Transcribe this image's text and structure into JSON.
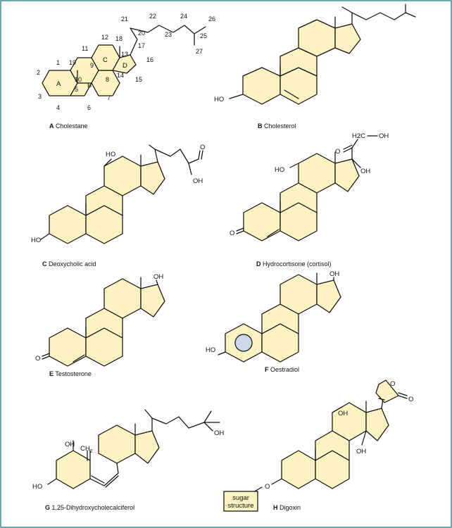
{
  "captions": {
    "A": {
      "letter": "A",
      "name": "Cholestane"
    },
    "B": {
      "letter": "B",
      "name": "Cholesterol"
    },
    "C": {
      "letter": "C",
      "name": "Deoxycholic acid"
    },
    "D": {
      "letter": "D",
      "name": "Hydrocortisone (cortisol)"
    },
    "E": {
      "letter": "E",
      "name": "Testosterone"
    },
    "F": {
      "letter": "F",
      "name": "Oestradiol"
    },
    "G": {
      "letter": "G",
      "name": "1,25-Dihydroxycholecalciferol"
    },
    "H": {
      "letter": "H",
      "name": "Digoxin"
    }
  },
  "ring_labels": {
    "a": "A",
    "b": "B",
    "c": "C",
    "d": "D"
  },
  "carbon_numbers": {
    "c1": "1",
    "c2": "2",
    "c3": "3",
    "c4": "4",
    "c5": "5",
    "c6": "6",
    "c7": "7",
    "c8": "8",
    "c9": "9",
    "c10": "10",
    "c11": "11",
    "c12": "12",
    "c13": "13",
    "c14": "14",
    "c15": "15",
    "c16": "16",
    "c17": "17",
    "c18": "18",
    "c19": "19",
    "c20": "20",
    "c21": "21",
    "c22": "22",
    "c23": "23",
    "c24": "24",
    "c25": "25",
    "c26": "26",
    "c27": "27"
  },
  "groups": {
    "ho": "HO",
    "oh": "OH",
    "o": "O",
    "h2c": "H2C",
    "ch2": "CH2",
    "ch2_sub": "2",
    "sugar_line1": "sugar",
    "sugar_line2": "structure"
  },
  "colors": {
    "ring_fill": "#fdf3c2",
    "frame": "#3a8a8f",
    "line": "#111111"
  }
}
